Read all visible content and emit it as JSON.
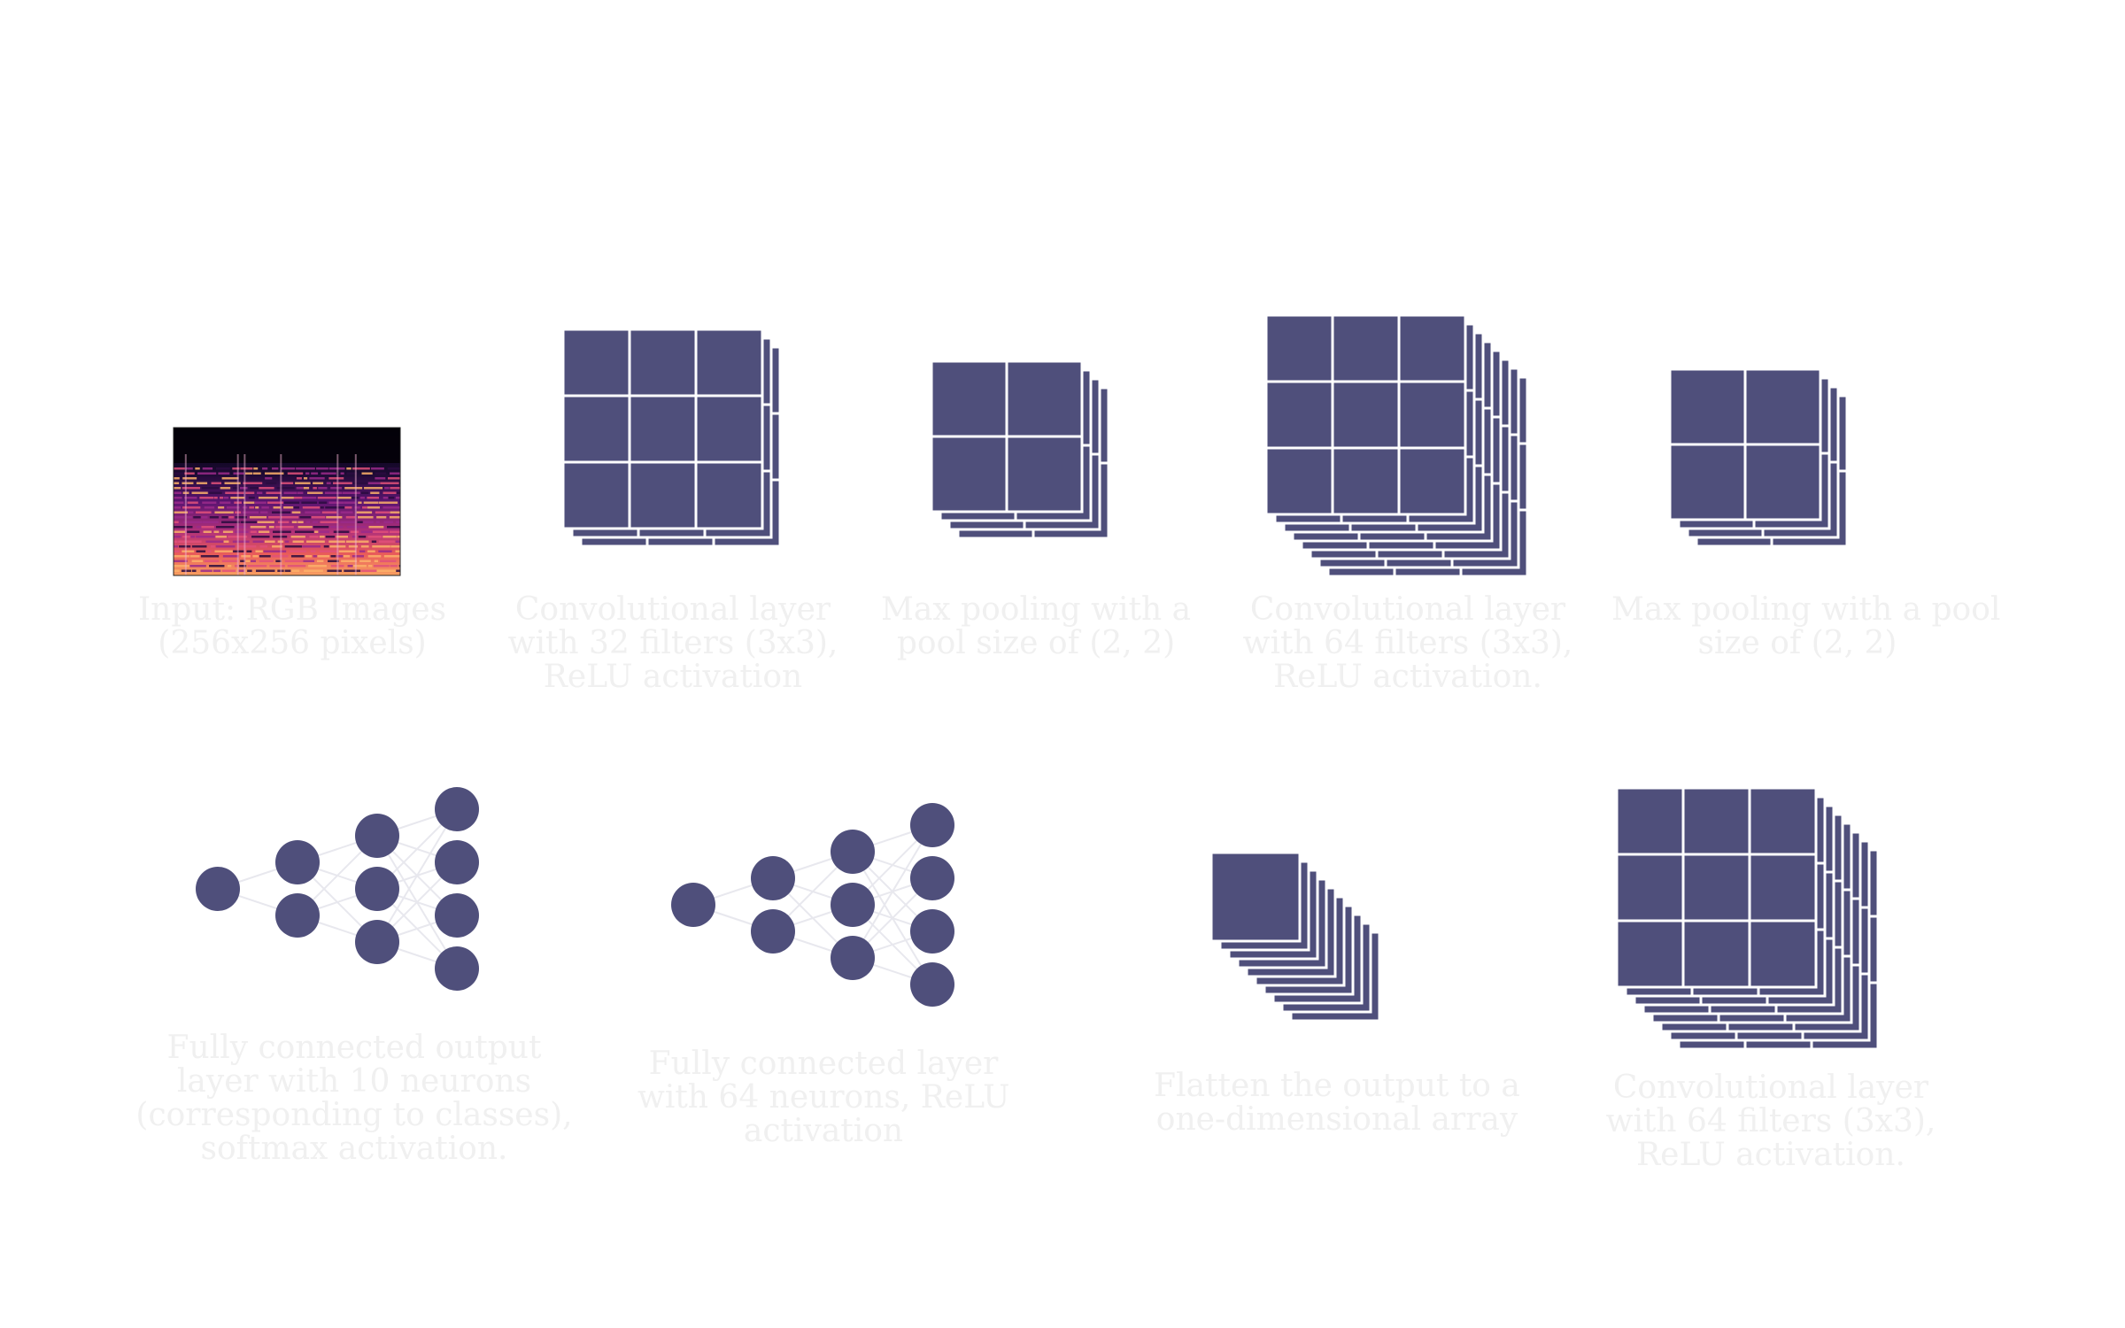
{
  "colors": {
    "block": "#4f4f7b",
    "grid_line": "#ffffff",
    "caption": "#f0f0f0",
    "connection": "#e8e8ee",
    "background": "#ffffff"
  },
  "stages": [
    {
      "id": "input",
      "kind": "spectrogram",
      "caption_lines": [
        "Input: RGB Images",
        "(256x256 pixels)"
      ]
    },
    {
      "id": "conv1",
      "kind": "conv",
      "grid": 3,
      "stack": 3,
      "caption_lines": [
        "Convolutional layer",
        "with 32 filters (3x3),",
        "ReLU activation"
      ]
    },
    {
      "id": "pool1",
      "kind": "pool",
      "grid": 2,
      "stack": 4,
      "caption_lines": [
        "Max pooling with a",
        "pool size of (2, 2)"
      ]
    },
    {
      "id": "conv2",
      "kind": "conv",
      "grid": 3,
      "stack": 8,
      "caption_lines": [
        "Convolutional layer",
        "with 64 filters (3x3),",
        "ReLU activation."
      ]
    },
    {
      "id": "pool2",
      "kind": "pool",
      "grid": 2,
      "stack": 4,
      "caption_lines": [
        "Max pooling with a pool",
        "size of (2, 2)"
      ]
    },
    {
      "id": "conv3",
      "kind": "conv",
      "grid": 3,
      "stack": 8,
      "caption_lines": [
        "Convolutional layer",
        "with 64 filters (3x3),",
        "ReLU activation."
      ]
    },
    {
      "id": "flatten",
      "kind": "flatten",
      "stack": 10,
      "caption_lines": [
        "Flatten the output to a",
        "one-dimensional array"
      ]
    },
    {
      "id": "dense64",
      "kind": "dense",
      "layers": [
        1,
        2,
        3,
        4
      ],
      "caption_lines": [
        "Fully connected layer",
        "with 64 neurons, ReLU",
        "activation"
      ]
    },
    {
      "id": "output",
      "kind": "dense",
      "layers": [
        1,
        2,
        3,
        4
      ],
      "caption_lines": [
        "Fully connected output",
        "layer with 10 neurons",
        "(corresponding to classes),",
        "softmax activation."
      ]
    }
  ]
}
